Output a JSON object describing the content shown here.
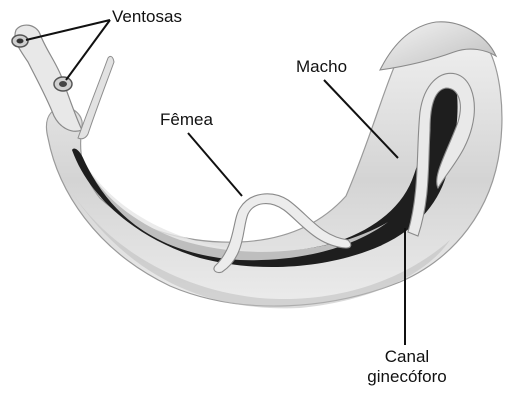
{
  "labels": {
    "ventosas": "Ventosas",
    "femea": "Fêmea",
    "macho": "Macho",
    "canal": [
      "Canal",
      "ginecóforo"
    ]
  },
  "colors": {
    "background": "#ffffff",
    "outline": "#111111",
    "body_light": "#f2f2f2",
    "body_mid": "#d6d6d6",
    "body_shadow": "#a8a8a8",
    "canal_dark": "#1e1e1e"
  }
}
